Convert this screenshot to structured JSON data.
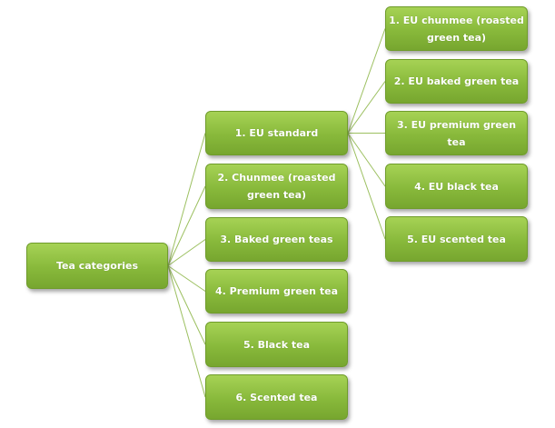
{
  "diagram": {
    "root": {
      "label": "Tea categories"
    },
    "categories": [
      {
        "label": "1. EU standard"
      },
      {
        "label": "2. Chunmee (roasted green tea)"
      },
      {
        "label": "3. Baked green teas"
      },
      {
        "label": "4. Premium green tea"
      },
      {
        "label": "5. Black tea"
      },
      {
        "label": "6. Scented tea"
      }
    ],
    "eu_standard": [
      {
        "label": "1. EU chunmee (roasted green tea)"
      },
      {
        "label": "2. EU baked green tea"
      },
      {
        "label": "3. EU premium green tea"
      },
      {
        "label": "4. EU black tea"
      },
      {
        "label": "5. EU scented tea"
      }
    ],
    "colors": {
      "node_fill": "#8cbd3f",
      "node_border": "#6f9c2b",
      "connector": "#9cc060",
      "text": "#ffffff"
    }
  }
}
